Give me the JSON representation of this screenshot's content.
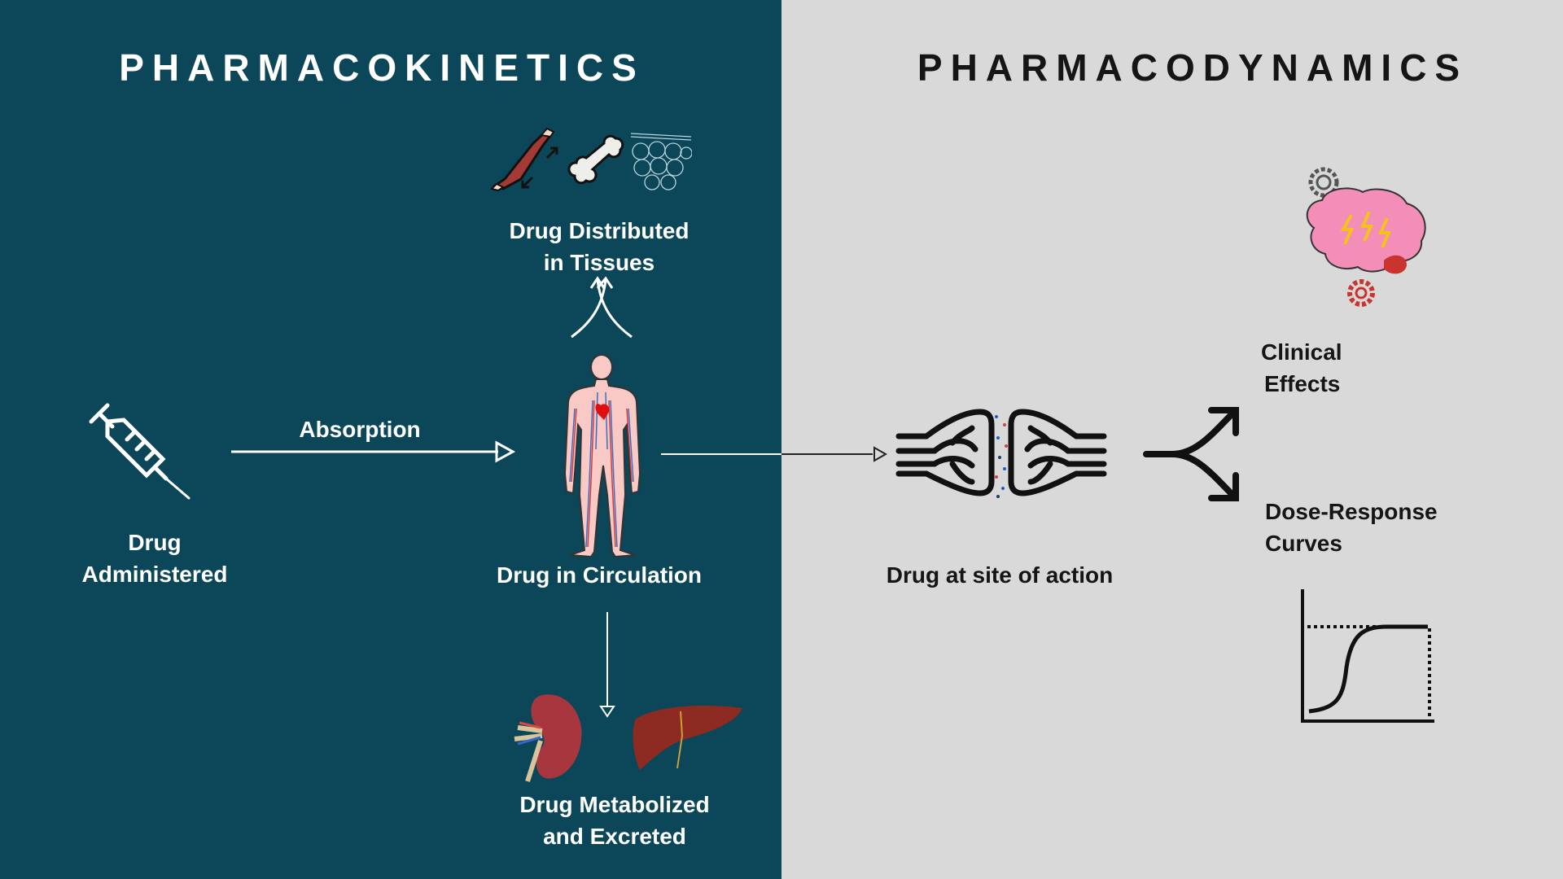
{
  "left_panel": {
    "title": "PHARMACOKINETICS",
    "absorption_label": "Absorption",
    "drug_administered": [
      "Drug",
      "Administered"
    ],
    "drug_distributed": [
      "Drug Distributed",
      "in Tissues"
    ],
    "drug_in_circulation": "Drug in Circulation",
    "drug_metabolized": [
      "Drug Metabolized",
      "and Excreted"
    ]
  },
  "right_panel": {
    "title": "PHARMACODYNAMICS",
    "drug_at_site": "Drug at site of action",
    "clinical_effects": [
      "Clinical",
      "Effects"
    ],
    "dose_response": [
      "Dose-Response",
      "Curves"
    ]
  },
  "colors": {
    "left_bg": "#0b4659",
    "right_bg": "#d9d9d9"
  }
}
